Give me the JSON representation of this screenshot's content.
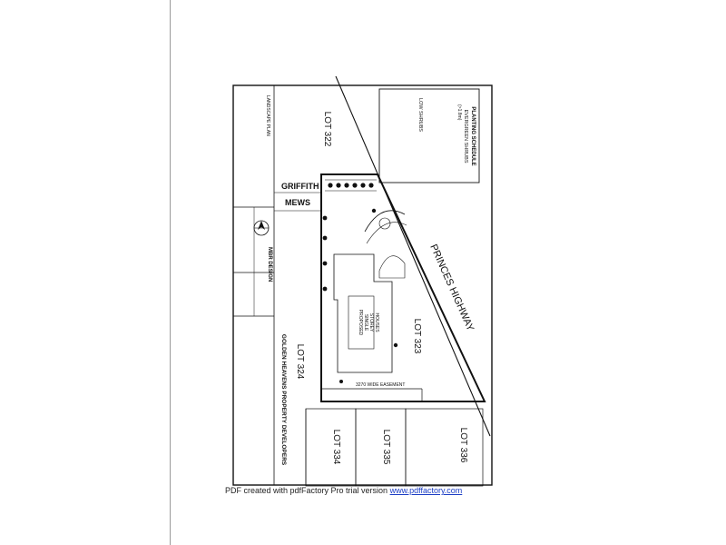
{
  "drawing": {
    "lots": [
      {
        "id": "lot-322",
        "label": "LOT 322"
      },
      {
        "id": "lot-323",
        "label": "LOT 323"
      },
      {
        "id": "lot-324",
        "label": "LOT 324"
      },
      {
        "id": "lot-334",
        "label": "LOT 334"
      },
      {
        "id": "lot-335",
        "label": "LOT 335"
      },
      {
        "id": "lot-336",
        "label": "LOT 336"
      }
    ],
    "streets": {
      "highway": "PRINCES HIGHWAY",
      "mews_1": "GRIFFITH",
      "mews_2": "MEWS"
    },
    "easement": "3270 WIDE EASEMENT",
    "dwelling": {
      "line1": "PROPOSED",
      "line2": "SINGLE",
      "line3": "STOREY",
      "line4": "HOUSES"
    },
    "planting_schedule": {
      "title": "PLANTING SCHEDULE",
      "evergreen": "EVERGREEN SHRUBS",
      "evergreen_sub": "(>1.8m)",
      "low_shrubs": "LOW SHRUBS"
    },
    "title_block": {
      "drawing_title": "LANDSCAPE PLAN",
      "developer": "GOLDEN HEAVENS PROPERTY DEVELOPERS",
      "design_firm": "MBR DESIGN"
    }
  },
  "footer": {
    "text": "PDF created with pdfFactory Pro trial version",
    "link_text": "www.pdffactory.com"
  }
}
